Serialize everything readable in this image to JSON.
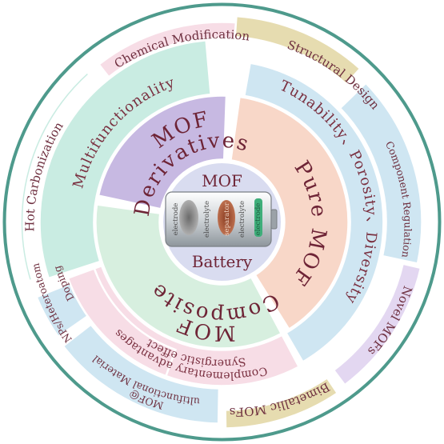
{
  "colors": {
    "ring_border": "#4e9a8c",
    "text": "#6e2f3f",
    "teal_seg": "#c9ece2",
    "pink_seg": "#f7dde6",
    "olive_seg": "#e6dcb0",
    "lightblue_seg": "#cfe6f2",
    "lavender_seg": "#e3d7f1",
    "derivatives": "#c7b9e2",
    "pure": "#f8d7c8",
    "composite": "#d7efdf",
    "center": "#d9dcf0"
  },
  "outer_ring": {
    "hot_carbonization": "Hot Carbonization",
    "chemical_modification": "Chemical Modification",
    "structural_design": "Structural Design",
    "component_regulation": "Component Regulation",
    "novel_mofs": "Novel MOFs",
    "bimetallic_mofs": "Bimetallic MOFs",
    "mof_at": "MOF@",
    "multifunctional_materials": "Multifunctional Materials",
    "np_heteroatom": "NPs/Heteroatom",
    "doping": "Doping"
  },
  "middle_ring": {
    "multifunctionality": "Multifunctionality",
    "tunability_line": "Tunability、Porosity、Diversity",
    "synergistic": "Synergistic effect",
    "complementary": "Complementary advantages"
  },
  "inner_ring": {
    "mof_word": "MOF",
    "derivatives_word": "Derivatives",
    "pure_mof": "Pure MOF",
    "composite_word": "Composite"
  },
  "center": {
    "top_label": "MOF",
    "bottom_label": "Battery",
    "cell_labels": [
      "electrode",
      "electrolyte",
      "separator",
      "electrolyte",
      "electrode"
    ]
  }
}
